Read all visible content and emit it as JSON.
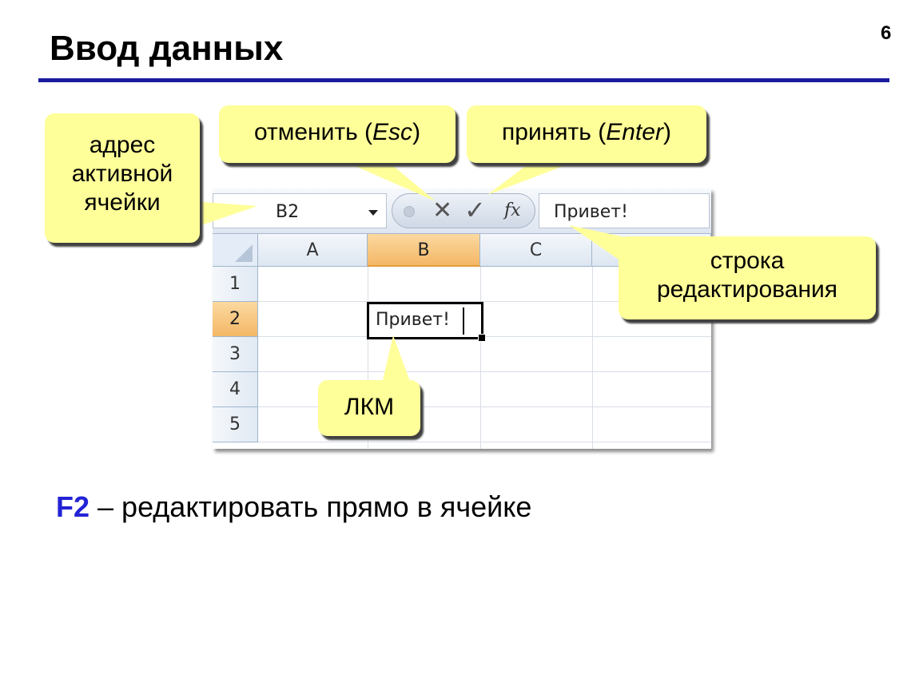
{
  "slide": {
    "title": "Ввод данных",
    "page_number": "6"
  },
  "excel": {
    "name_box": {
      "value": "B2",
      "dropdown_icon": "chevron-down-icon"
    },
    "formula_buttons": {
      "cancel_icon": "close-icon",
      "enter_icon": "check-icon",
      "fx_label": "fx"
    },
    "formula_bar": {
      "value": "Привет!"
    },
    "columns": [
      "A",
      "B",
      "C"
    ],
    "active_column": "B",
    "rows": [
      "1",
      "2",
      "3",
      "4",
      "5"
    ],
    "active_row": "2",
    "active_cell": {
      "address": "B2",
      "value": "Привет!",
      "editing": true
    }
  },
  "callouts": {
    "address": {
      "lines": [
        "адрес",
        "активной",
        "ячейки"
      ]
    },
    "cancel": {
      "text": "отменить (",
      "key": "Esc",
      "close": ")"
    },
    "accept": {
      "text": "принять (",
      "key": "Enter",
      "close": ")"
    },
    "edit_line": {
      "lines": [
        "строка",
        "редактирования"
      ]
    },
    "lmb": {
      "text": "ЛКМ"
    }
  },
  "note": {
    "key": "F2",
    "text": " – редактировать прямо в ячейке"
  },
  "colors": {
    "callout_fill": "#ffff99",
    "rule": "#1c1c9e",
    "key_text": "#2323d6",
    "active_header": "#f4b766"
  }
}
